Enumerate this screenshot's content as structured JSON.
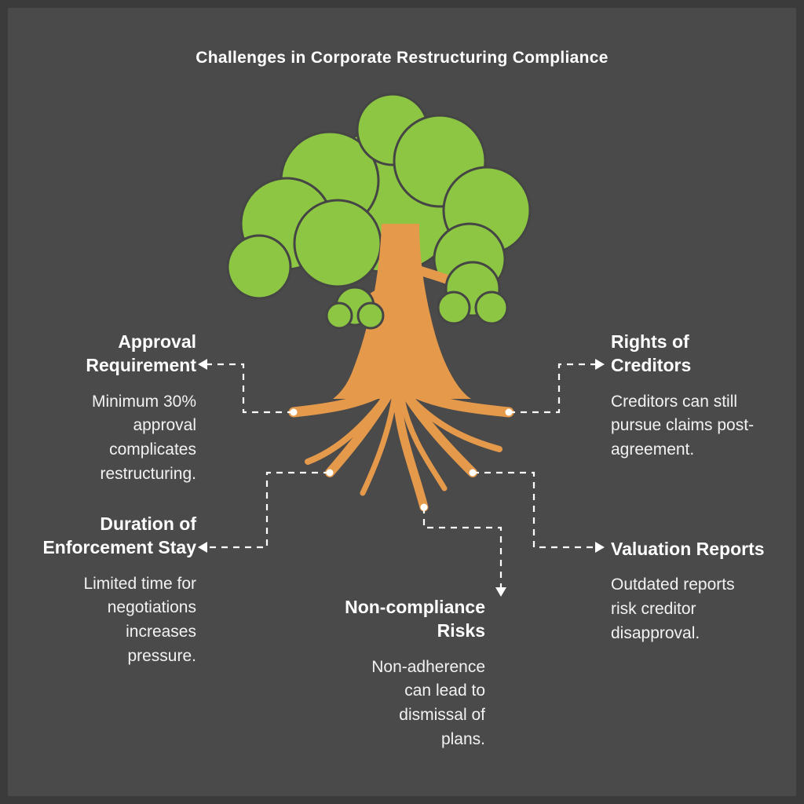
{
  "title": "Challenges in Corporate Restructuring Compliance",
  "colors": {
    "background": "#4a4a4a",
    "frame": "#3b3b3b",
    "canopy_green": "#8dc642",
    "trunk_orange": "#e5994a",
    "text": "#ffffff",
    "connector": "#ffffff"
  },
  "illustration": {
    "icon": "tree-with-roots-icon"
  },
  "callouts": {
    "approval": {
      "heading": "Approval Requirement",
      "body": "Minimum 30% approval complicates restructuring."
    },
    "rights": {
      "heading": "Rights of Creditors",
      "body": "Creditors can still pursue claims post-agreement."
    },
    "duration": {
      "heading": "Duration of Enforcement Stay",
      "body": "Limited time for negotiations increases pressure."
    },
    "noncompliance": {
      "heading": "Non-compliance Risks",
      "body": "Non-adherence can lead to dismissal of plans."
    },
    "valuation": {
      "heading": "Valuation Reports",
      "body": "Outdated reports risk creditor disapproval."
    }
  }
}
